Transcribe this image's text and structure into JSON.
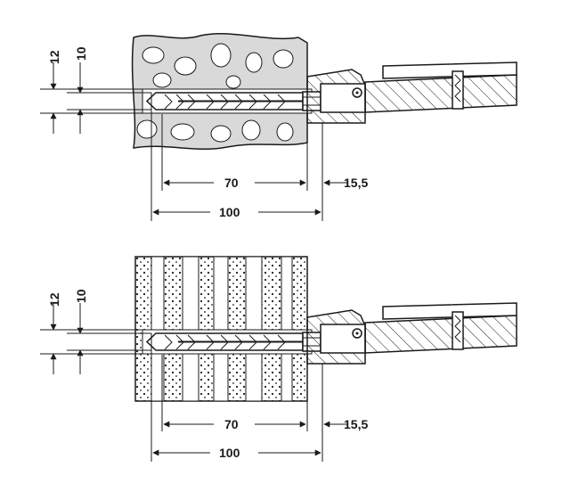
{
  "diagrams": [
    {
      "name": "fixing-in-perforated-brick",
      "masonry": "perforated-brick",
      "dimensions": {
        "bore_diameter_outer": "12",
        "bore_diameter_inner": "10",
        "anchor_depth": "70",
        "bracket_offset": "15,5",
        "total_depth": "100"
      }
    },
    {
      "name": "fixing-in-cellular-concrete-block",
      "masonry": "hollow-block",
      "dimensions": {
        "bore_diameter_outer": "12",
        "bore_diameter_inner": "10",
        "anchor_depth": "70",
        "bracket_offset": "15,5",
        "total_depth": "100"
      }
    }
  ],
  "colors": {
    "line": "#1a1a1a",
    "wall_fill": "#d9d9d9",
    "background": "#ffffff"
  }
}
